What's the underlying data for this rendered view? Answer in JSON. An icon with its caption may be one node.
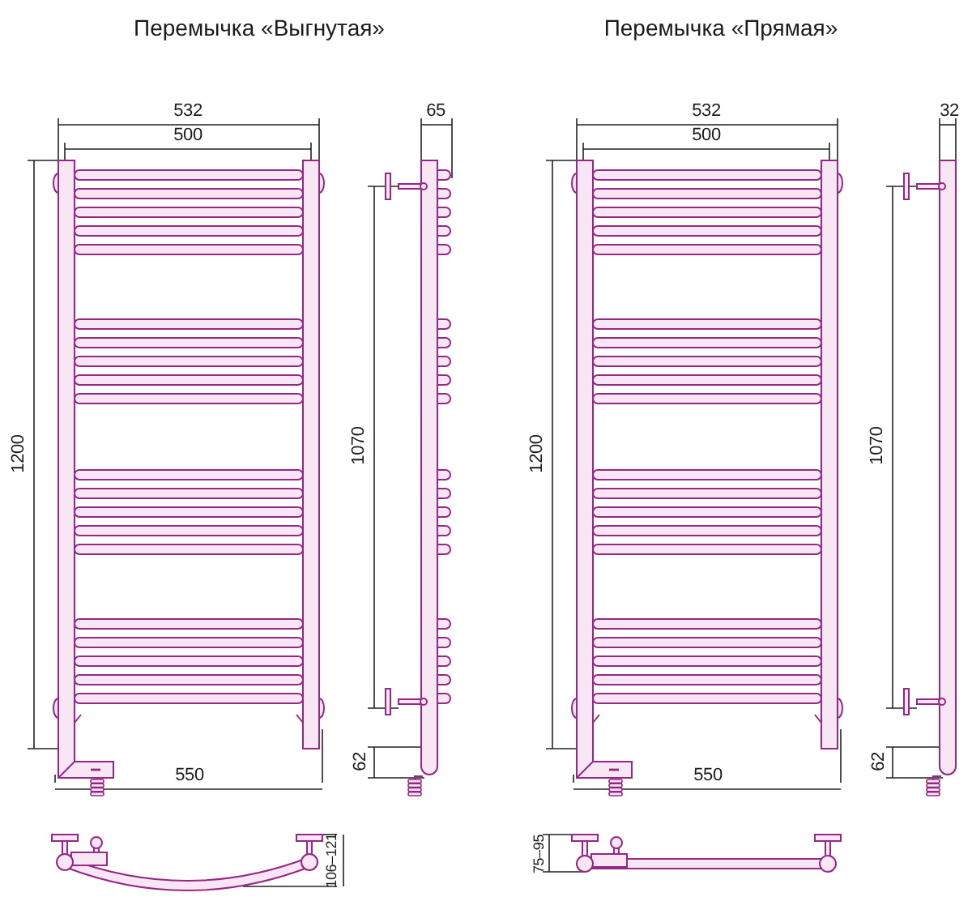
{
  "diagram": {
    "labels": [
      "Перемычка «Выгнутая»",
      "532",
      "500",
      "65",
      "1200",
      "1070",
      "62",
      "550",
      "106–121",
      "Перемычка «Прямая»",
      "532",
      "500",
      "32",
      "1200",
      "1070",
      "62",
      "550",
      "75–95"
    ]
  }
}
